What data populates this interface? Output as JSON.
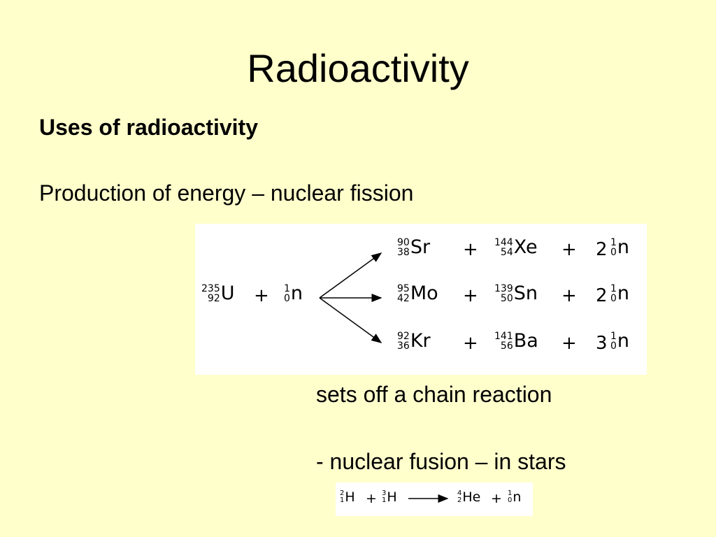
{
  "slide": {
    "title": "Radioactivity",
    "heading": "Uses of radioactivity",
    "line1": "Production of energy – nuclear fission",
    "chain_text": "sets off a chain reaction",
    "fusion_text": "- nuclear fusion – in stars"
  },
  "fission": {
    "reactant": {
      "u": {
        "mass": "235",
        "atomic": "92",
        "symbol": "U"
      },
      "plus": "+",
      "n": {
        "mass": "1",
        "atomic": "0",
        "symbol": "n"
      }
    },
    "rows": [
      {
        "a": {
          "mass": "90",
          "atomic": "38",
          "symbol": "Sr"
        },
        "plus1": "+",
        "b": {
          "mass": "144",
          "atomic": "54",
          "symbol": "Xe"
        },
        "plus2": "+",
        "coef": "2",
        "n": {
          "mass": "1",
          "atomic": "0",
          "symbol": "n"
        }
      },
      {
        "a": {
          "mass": "95",
          "atomic": "42",
          "symbol": "Mo"
        },
        "plus1": "+",
        "b": {
          "mass": "139",
          "atomic": "50",
          "symbol": "Sn"
        },
        "plus2": "+",
        "coef": "2",
        "n": {
          "mass": "1",
          "atomic": "0",
          "symbol": "n"
        }
      },
      {
        "a": {
          "mass": "92",
          "atomic": "36",
          "symbol": "Kr"
        },
        "plus1": "+",
        "b": {
          "mass": "141",
          "atomic": "56",
          "symbol": "Ba"
        },
        "plus2": "+",
        "coef": "3",
        "n": {
          "mass": "1",
          "atomic": "0",
          "symbol": "n"
        }
      }
    ]
  },
  "fusion": {
    "h2": {
      "mass": "2",
      "atomic": "1",
      "symbol": "H"
    },
    "plus1": "+",
    "h3": {
      "mass": "3",
      "atomic": "1",
      "symbol": "H"
    },
    "he": {
      "mass": "4",
      "atomic": "2",
      "symbol": "He"
    },
    "plus2": "+",
    "n": {
      "mass": "1",
      "atomic": "0",
      "symbol": "n"
    }
  }
}
